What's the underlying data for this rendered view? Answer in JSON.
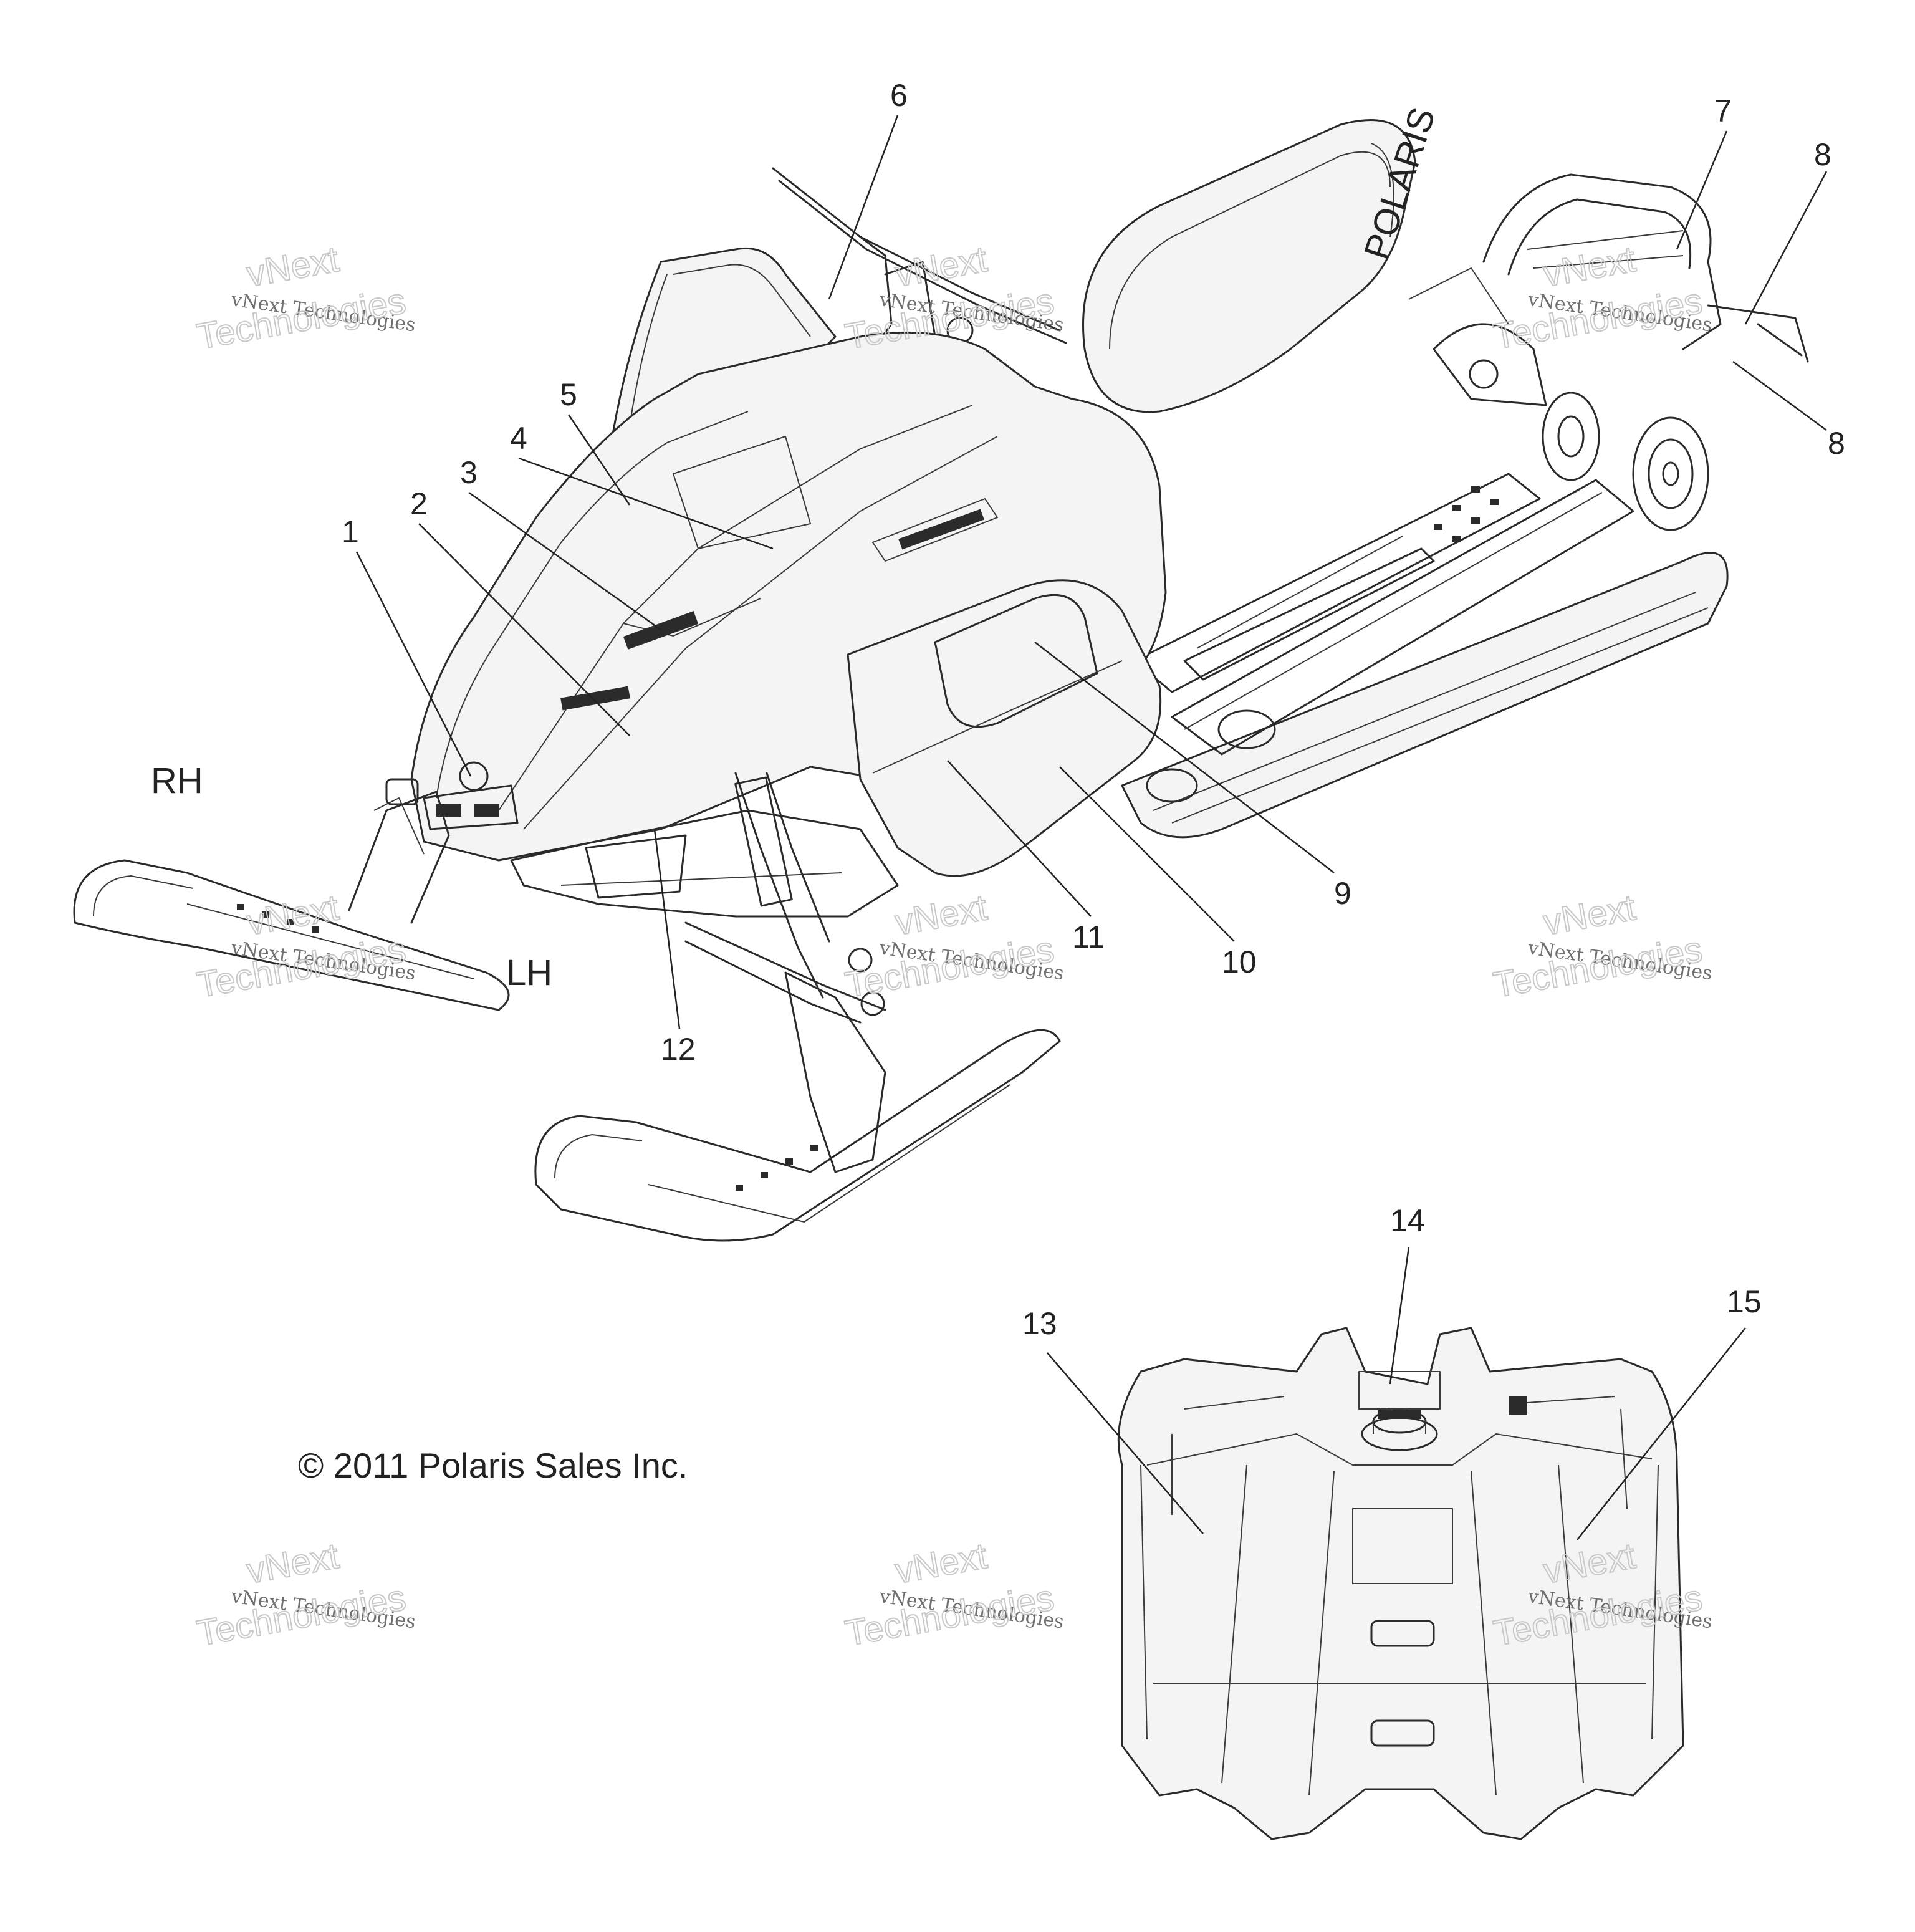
{
  "callouts": [
    "1",
    "2",
    "3",
    "4",
    "5",
    "6",
    "7",
    "8",
    "8",
    "9",
    "10",
    "11",
    "12",
    "13",
    "14",
    "15"
  ],
  "side_labels": {
    "right": "RH",
    "left": "LH"
  },
  "copyright": "© 2011 Polaris Sales Inc.",
  "seat_brand": "POLARIS",
  "watermark": {
    "line1": "vNext Technologies",
    "line2": "vNext",
    "line3": "Technologies"
  }
}
